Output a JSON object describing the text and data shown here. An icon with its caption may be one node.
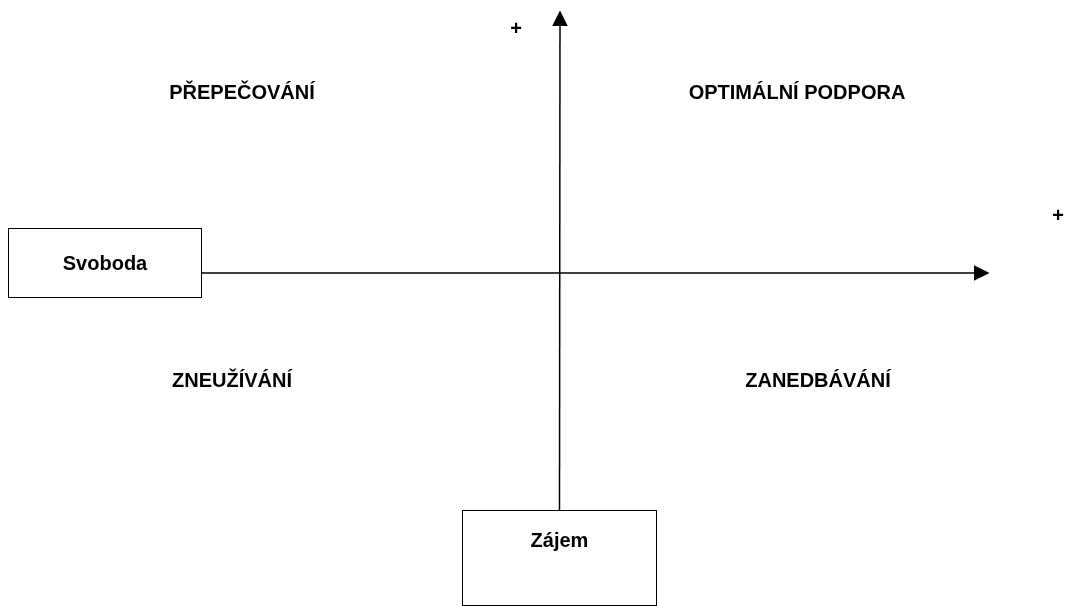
{
  "diagram": {
    "nodes": [
      {
        "text": [
          "Svoboda"
        ]
      },
      {
        "text": [
          "Zájem"
        ]
      }
    ],
    "edges": [
      {
        "from": 0,
        "to": null,
        "arrow": "to"
      },
      {
        "from": 1,
        "to": null,
        "arrow": "to"
      }
    ],
    "labels": [
      "+",
      "PŘEPEČOVÁNÍ",
      "OPTIMÁLNÍ PODPORA",
      "+",
      "ZNEUŽÍVÁNÍ",
      "ZANEDBÁVÁNÍ"
    ]
  }
}
